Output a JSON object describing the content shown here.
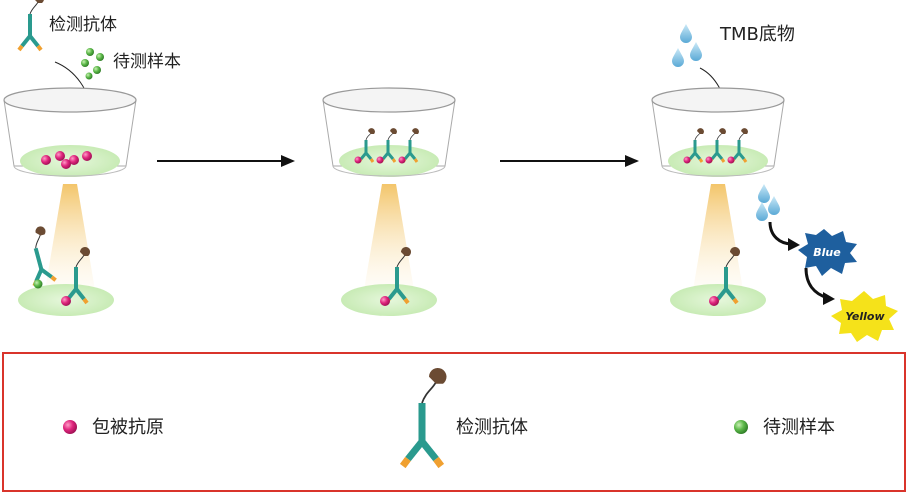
{
  "top_labels": {
    "detection_antibody": "检测抗体",
    "sample": "待测样本",
    "substrate": "TMB底物"
  },
  "result_badges": {
    "blue": "Blue",
    "yellow": "Yellow"
  },
  "legend": {
    "coated_antigen": "包被抗原",
    "detection_antibody": "检测抗体",
    "sample": "待测样本"
  },
  "colors": {
    "legend_border": "#d9342b",
    "antigen": "#e0267e",
    "sample": "#5db94a",
    "antibody_teal": "#2a9a8e",
    "antibody_orange": "#f0a030",
    "label_brown": "#6b4b33",
    "badge_blue": "#1e5f9e",
    "badge_yellow": "#f5e21a",
    "droplet": "#7fc2e6"
  }
}
